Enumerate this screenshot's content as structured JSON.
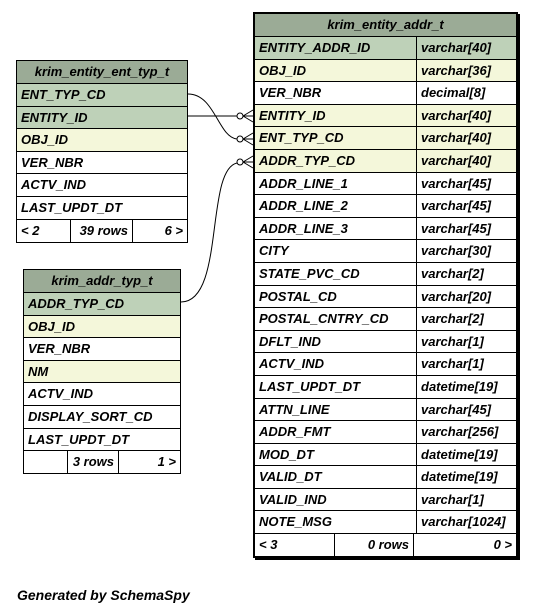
{
  "tables": {
    "ent_typ": {
      "name": "krim_entity_ent_typ_t",
      "columns": [
        {
          "name": "ENT_TYP_CD",
          "kind": "pk"
        },
        {
          "name": "ENTITY_ID",
          "kind": "pk"
        },
        {
          "name": "OBJ_ID",
          "kind": "fk"
        },
        {
          "name": "VER_NBR",
          "kind": "plain"
        },
        {
          "name": "ACTV_IND",
          "kind": "plain"
        },
        {
          "name": "LAST_UPDT_DT",
          "kind": "plain"
        }
      ],
      "footer": {
        "parents": "< 2",
        "rows": "39 rows",
        "children": "6 >"
      }
    },
    "addr_typ": {
      "name": "krim_addr_typ_t",
      "columns": [
        {
          "name": "ADDR_TYP_CD",
          "kind": "pk"
        },
        {
          "name": "OBJ_ID",
          "kind": "fk"
        },
        {
          "name": "VER_NBR",
          "kind": "plain"
        },
        {
          "name": "NM",
          "kind": "fk"
        },
        {
          "name": "ACTV_IND",
          "kind": "plain"
        },
        {
          "name": "DISPLAY_SORT_CD",
          "kind": "plain"
        },
        {
          "name": "LAST_UPDT_DT",
          "kind": "plain"
        }
      ],
      "footer": {
        "parents": "",
        "rows": "3 rows",
        "children": "1 >"
      }
    },
    "entity_addr": {
      "name": "krim_entity_addr_t",
      "columns": [
        {
          "name": "ENTITY_ADDR_ID",
          "type": "varchar[40]",
          "kind": "pk"
        },
        {
          "name": "OBJ_ID",
          "type": "varchar[36]",
          "kind": "fk"
        },
        {
          "name": "VER_NBR",
          "type": "decimal[8]",
          "kind": "plain"
        },
        {
          "name": "ENTITY_ID",
          "type": "varchar[40]",
          "kind": "fk"
        },
        {
          "name": "ENT_TYP_CD",
          "type": "varchar[40]",
          "kind": "fk"
        },
        {
          "name": "ADDR_TYP_CD",
          "type": "varchar[40]",
          "kind": "fk"
        },
        {
          "name": "ADDR_LINE_1",
          "type": "varchar[45]",
          "kind": "plain"
        },
        {
          "name": "ADDR_LINE_2",
          "type": "varchar[45]",
          "kind": "plain"
        },
        {
          "name": "ADDR_LINE_3",
          "type": "varchar[45]",
          "kind": "plain"
        },
        {
          "name": "CITY",
          "type": "varchar[30]",
          "kind": "plain"
        },
        {
          "name": "STATE_PVC_CD",
          "type": "varchar[2]",
          "kind": "plain"
        },
        {
          "name": "POSTAL_CD",
          "type": "varchar[20]",
          "kind": "plain"
        },
        {
          "name": "POSTAL_CNTRY_CD",
          "type": "varchar[2]",
          "kind": "plain"
        },
        {
          "name": "DFLT_IND",
          "type": "varchar[1]",
          "kind": "plain"
        },
        {
          "name": "ACTV_IND",
          "type": "varchar[1]",
          "kind": "plain"
        },
        {
          "name": "LAST_UPDT_DT",
          "type": "datetime[19]",
          "kind": "plain"
        },
        {
          "name": "ATTN_LINE",
          "type": "varchar[45]",
          "kind": "plain"
        },
        {
          "name": "ADDR_FMT",
          "type": "varchar[256]",
          "kind": "plain"
        },
        {
          "name": "MOD_DT",
          "type": "datetime[19]",
          "kind": "plain"
        },
        {
          "name": "VALID_DT",
          "type": "datetime[19]",
          "kind": "plain"
        },
        {
          "name": "VALID_IND",
          "type": "varchar[1]",
          "kind": "plain"
        },
        {
          "name": "NOTE_MSG",
          "type": "varchar[1024]",
          "kind": "plain"
        }
      ],
      "footer": {
        "parents": "< 3",
        "rows": "0 rows",
        "children": "0 >"
      }
    }
  },
  "generated_by": "Generated by SchemaSpy",
  "colors": {
    "pk": "#bed1b8",
    "fk": "#f4f7da",
    "plain": "#ffffff",
    "header": "#9bab96"
  }
}
